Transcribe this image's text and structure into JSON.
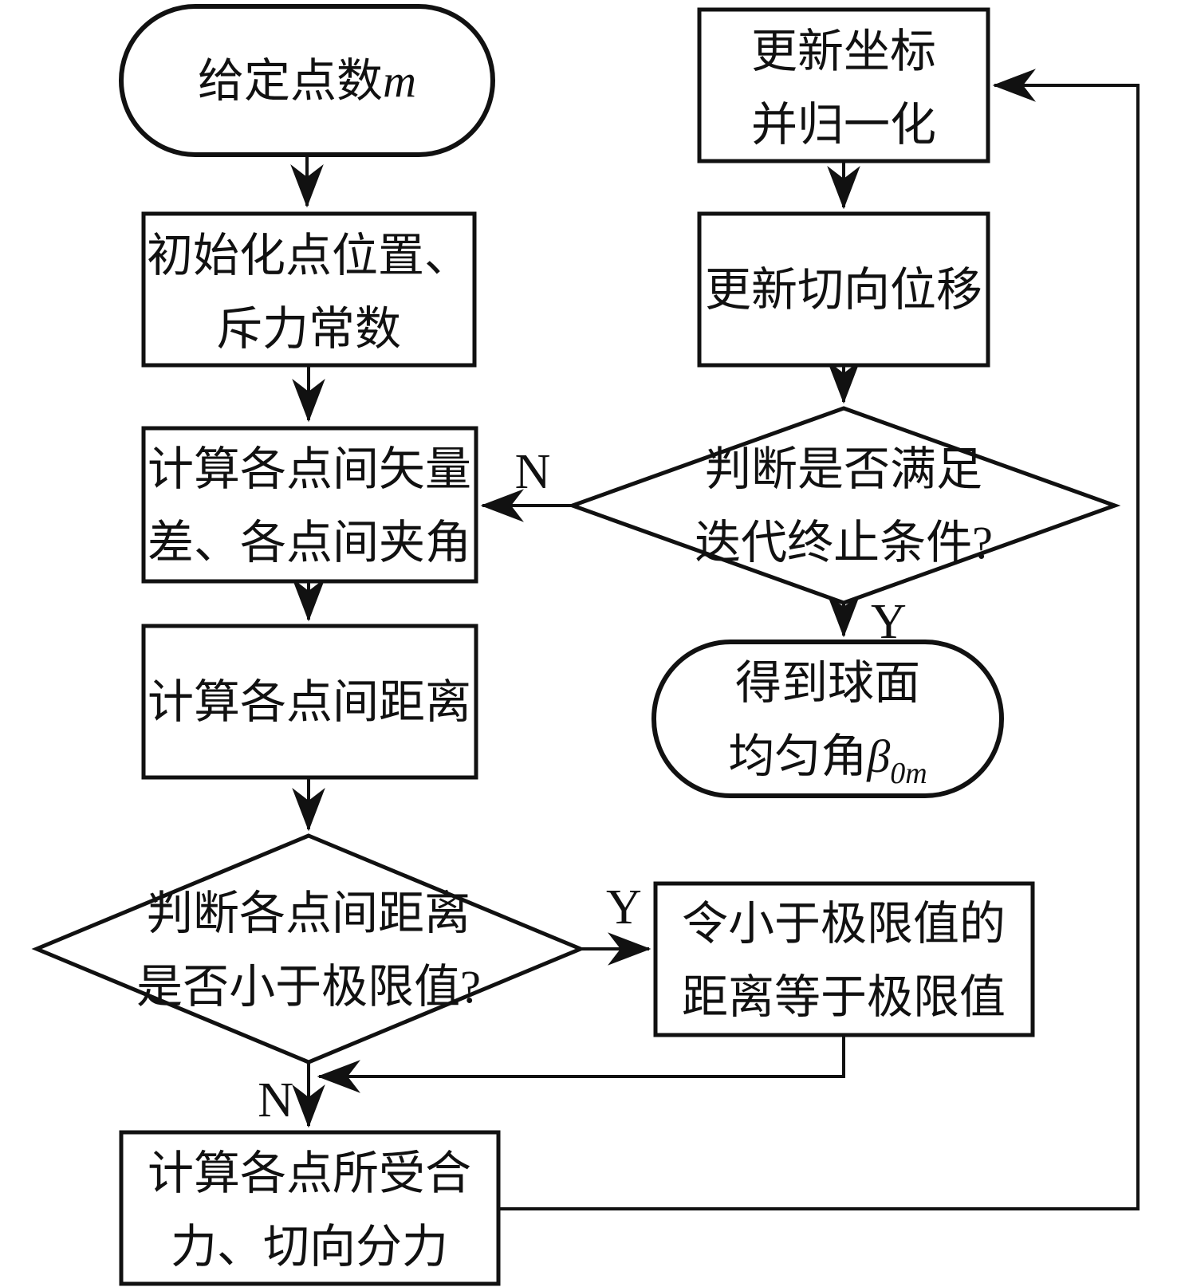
{
  "diagram": {
    "type": "flowchart",
    "language": "zh-CN",
    "colors": {
      "line": "#111111",
      "node_fill": "#ffffff",
      "background": "#ffffff"
    }
  },
  "nodes": {
    "start": {
      "shape": "stadium",
      "text": "给定点数",
      "var": "m"
    },
    "init": {
      "shape": "process",
      "line1": "初始化点位置、",
      "line2": "斥力常数"
    },
    "compute_vectors": {
      "shape": "process",
      "line1": "计算各点间矢量",
      "line2": "差、各点间夹角"
    },
    "compute_distances": {
      "shape": "process",
      "label": "计算各点间距离"
    },
    "distance_check": {
      "shape": "decision",
      "line1": "判断各点间距离",
      "line2": "是否小于极限值?"
    },
    "clamp_distances": {
      "shape": "process",
      "line1": "令小于极限值的",
      "line2": "距离等于极限值"
    },
    "compute_forces": {
      "shape": "process",
      "line1": "计算各点所受合",
      "line2": "力、切向分力"
    },
    "update_coords": {
      "shape": "process",
      "line1": "更新坐标",
      "line2": "并归一化"
    },
    "update_tangent": {
      "shape": "process",
      "label": "更新切向位移"
    },
    "stop_check": {
      "shape": "decision",
      "line1": "判断是否满足",
      "line2": "迭代终止条件?"
    },
    "result": {
      "shape": "stadium",
      "line1": "得到球面",
      "line2_text": "均匀角",
      "line2_var": "β",
      "line2_sub": "0m"
    }
  },
  "edge_labels": {
    "distance_check_yes": "Y",
    "distance_check_no": "N",
    "stop_check_yes": "Y",
    "stop_check_no": "N"
  }
}
